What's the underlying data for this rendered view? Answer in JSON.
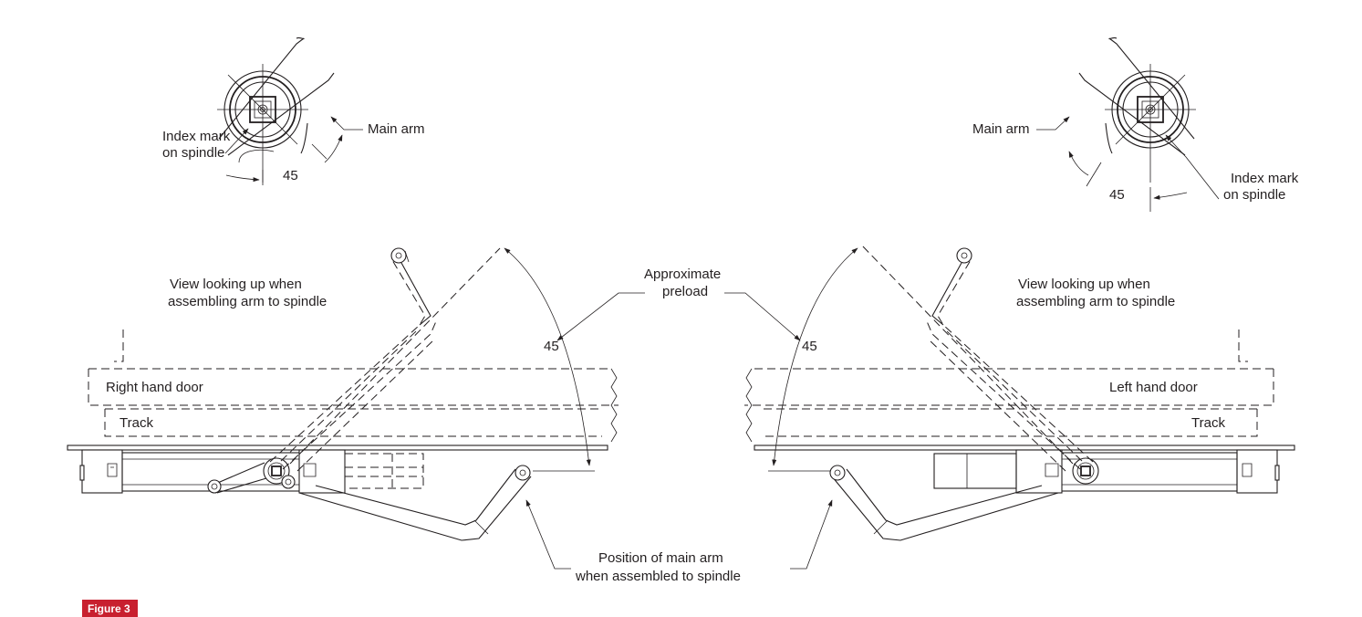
{
  "figure": {
    "label": "Figure 3"
  },
  "top_left_detail": {
    "index_mark_line1": "Index mark",
    "index_mark_line2": "on spindle",
    "main_arm": "Main arm",
    "angle": "45"
  },
  "top_right_detail": {
    "index_mark_line1": "Index mark",
    "index_mark_line2": "on spindle",
    "main_arm": "Main arm",
    "angle": "45"
  },
  "right_hand_view": {
    "view_line1": "View looking up when",
    "view_line2": "assembling arm to spindle",
    "door": "Right hand door",
    "track": "Track",
    "angle": "45"
  },
  "left_hand_view": {
    "view_line1": "View looking up when",
    "view_line2": "assembling arm to spindle",
    "door": "Left hand door",
    "track": "Track",
    "angle": "45"
  },
  "callouts": {
    "preload_line1": "Approximate",
    "preload_line2": "preload",
    "position_line1": "Position of main arm",
    "position_line2": "when assembled to spindle"
  }
}
